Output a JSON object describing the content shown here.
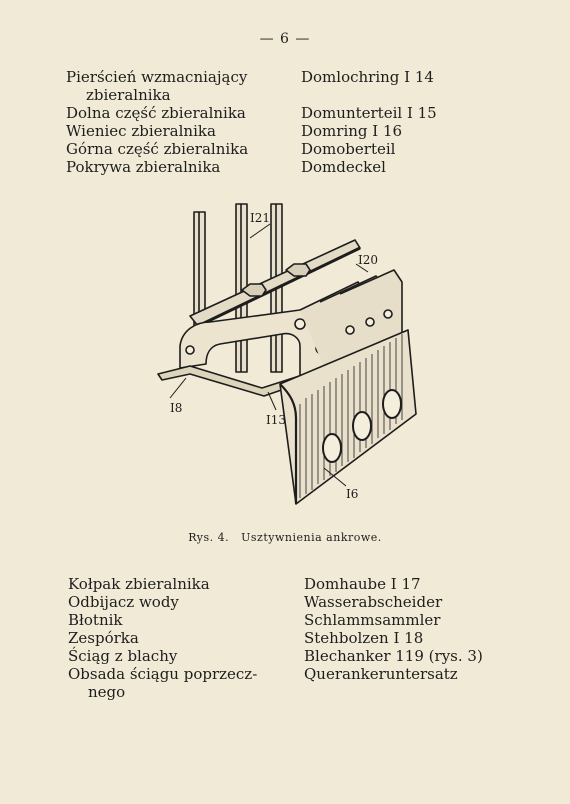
{
  "page_number": "— 6 —",
  "terms_top": [
    {
      "pl": "Pierścień wzmacniający",
      "de": "Domlochring I 14"
    },
    {
      "pl": "zbieralnika",
      "de": "",
      "continuation": true
    },
    {
      "pl": "Dolna część zbieralnika",
      "de": "Domunterteil I 15"
    },
    {
      "pl": "Wieniec zbieralnika",
      "de": "Domring I 16"
    },
    {
      "pl": "Górna część zbieralnika",
      "de": "Domoberteil"
    },
    {
      "pl": "Pokrywa zbieralnika",
      "de": "Domdeckel"
    }
  ],
  "figure": {
    "labels": {
      "i21": "I21",
      "i20": "I20",
      "i8": "I8",
      "i13": "I13",
      "i6": "I6"
    }
  },
  "caption": {
    "number": "Rys. 4.",
    "text": "Usztywnienia ankrowe."
  },
  "terms_bottom": [
    {
      "pl": "Kołpak zbieralnika",
      "de": "Domhaube I 17"
    },
    {
      "pl": "Odbijacz wody",
      "de": "Wasserabscheider"
    },
    {
      "pl": "Błotnik",
      "de": "Schlammsammler"
    },
    {
      "pl": "Zespórka",
      "de": "Stehbolzen I 18"
    },
    {
      "pl": "Ściąg z blachy",
      "de": "Blechanker 119 (rys. 3)"
    },
    {
      "pl": "Obsada ściągu poprzecz-",
      "de": "Querankeruntersatz"
    },
    {
      "pl": "nego",
      "de": "",
      "continuation": true
    }
  ]
}
